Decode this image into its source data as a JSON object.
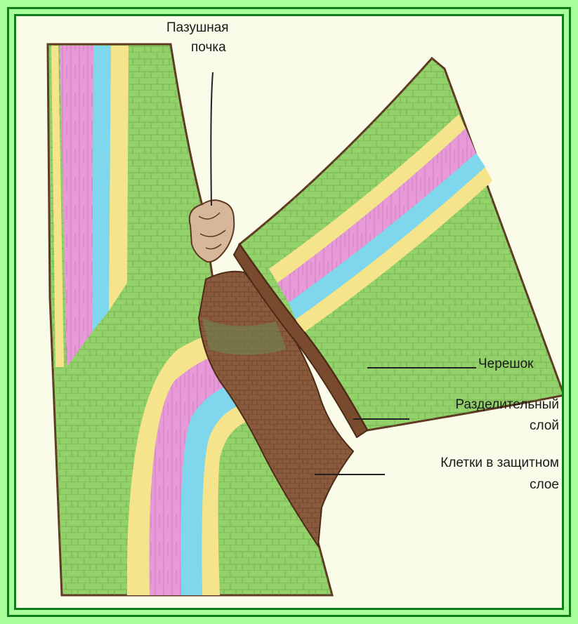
{
  "labels": {
    "axillary_bud_1": "Пазушная",
    "axillary_bud_2": "почка",
    "petiole": "Черешок",
    "separation_layer_1": "Разделительный",
    "separation_layer_2": "слой",
    "protective_cells_1": "Клетки в защитном",
    "protective_cells_2": "слое"
  },
  "colors": {
    "frame_green": "#a9ff9a",
    "frame_border": "#0f7d1a",
    "background": "#fbfbe9",
    "parenchyma": "#93d16b",
    "phloem": "#f5e48c",
    "xylem_pink": "#e89ad8",
    "cambium_blue": "#7fd7ee",
    "brown": "#8a5a3c"
  }
}
